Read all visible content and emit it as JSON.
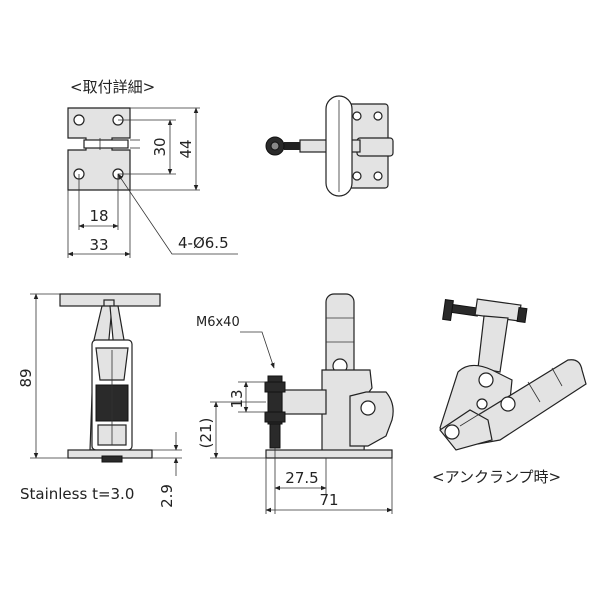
{
  "mounting_title": "<取付詳細>",
  "mounting": {
    "height_inner": "30",
    "height_outer": "44",
    "width_inner": "18",
    "width_outer": "33",
    "hole_spec": "4-Ø6.5"
  },
  "front": {
    "height": "89",
    "thickness": "2.9"
  },
  "side": {
    "bolt": "M6x40",
    "spindle_height": "13",
    "spindle_offset": "(21)",
    "spindle_reach": "27.5",
    "length": "71"
  },
  "material": "Stainless t=3.0",
  "unclamp_label": "<アンクランプ時>"
}
